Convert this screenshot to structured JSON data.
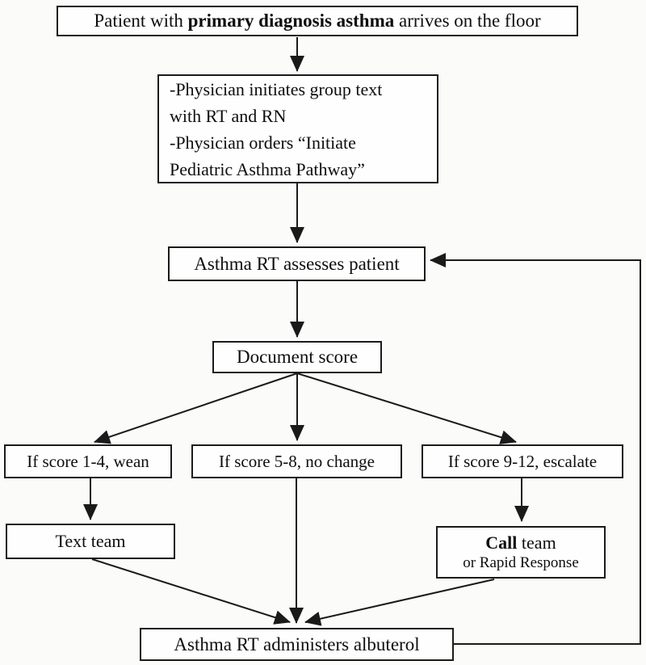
{
  "figure": {
    "background": "#fbfbfa",
    "line_color": "#1a1a1a"
  },
  "nodes": {
    "arrival": {
      "pre": "Patient with ",
      "bold": "primary diagnosis asthma",
      "post": " arrives on the floor"
    },
    "orders": {
      "lines": [
        "-Physician initiates group text",
        "with RT and RN",
        "-Physician orders “Initiate",
        "Pediatric Asthma Pathway”"
      ]
    },
    "assess": {
      "label": "Asthma RT assesses patient"
    },
    "score": {
      "label": "Document score"
    },
    "wean": {
      "label": "If score 1-4, wean"
    },
    "no_change": {
      "label": "If score 5-8, no change"
    },
    "escalate": {
      "label": "If score 9-12, escalate"
    },
    "text_team": {
      "label": "Text team"
    },
    "call_team": {
      "bold": "Call",
      "post": " team",
      "line2": "or Rapid Response"
    },
    "administer": {
      "label": "Asthma RT administers albuterol"
    }
  }
}
